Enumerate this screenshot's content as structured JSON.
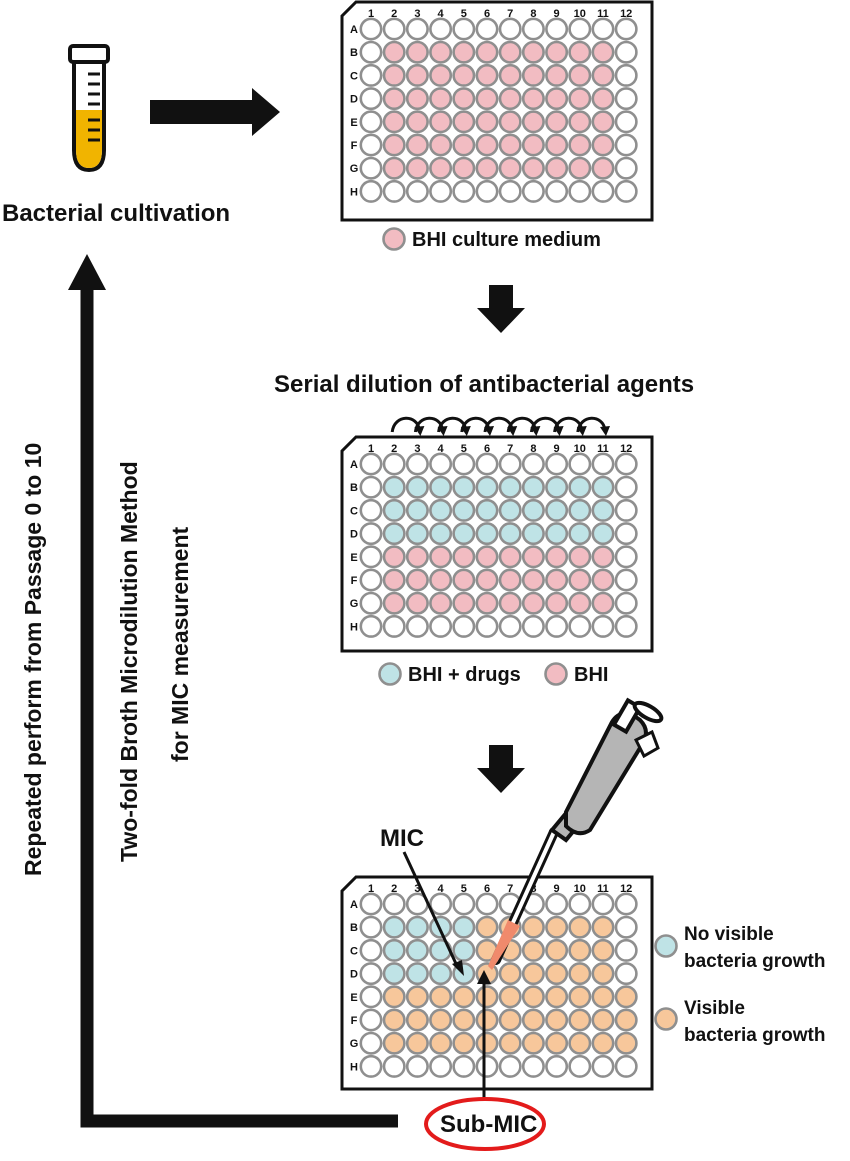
{
  "palette": {
    "empty": "#ffffff",
    "bhi": "#f2bcc2",
    "drug": "#bfe3e6",
    "growth": "#f7c79b",
    "well_stroke": "#8f8f8f",
    "plate_stroke": "#111111",
    "tube_fill": "#f1b400",
    "subMIC_ellipse": "#e31b1b",
    "pipette_body": "#b5b5b5",
    "tip_fill": "#f08a6c"
  },
  "labels": {
    "bacterial_cultivation": "Bacterial cultivation",
    "serial_dilution": "Serial dilution of antibacterial agents",
    "side_repeat": "Repeated perform from Passage 0 to 10",
    "side_method_1": "Two-fold Broth Microdilution Method",
    "side_method_2": "for MIC measurement",
    "mic": "MIC",
    "sub_mic": "Sub-MIC"
  },
  "plate_cols": [
    "1",
    "2",
    "3",
    "4",
    "5",
    "6",
    "7",
    "8",
    "9",
    "10",
    "11",
    "12"
  ],
  "plate_rows": [
    "A",
    "B",
    "C",
    "D",
    "E",
    "F",
    "G",
    "H"
  ],
  "plates": [
    {
      "id": "plate-medium",
      "wells": [
        "eeeeeeeeeeee",
        "ebbbbbbbbbbe",
        "ebbbbbbbbbbe",
        "ebbbbbbbbbbe",
        "ebbbbbbbbbbe",
        "ebbbbbbbbbbe",
        "ebbbbbbbbbbe",
        "eeeeeeeeeeee"
      ]
    },
    {
      "id": "plate-dilution",
      "wells": [
        "eeeeeeeeeeee",
        "eddddddddd de",
        "eddddddddd de",
        "eddddddddd de",
        "ebbbbbbbbbbe",
        "ebbbbbbbbbbe",
        "ebbbbbbbbbbe",
        "eeeeeeeeeeee"
      ]
    },
    {
      "id": "plate-result",
      "wells": [
        "eeeeeeeeeeee",
        "eddddggggg ge",
        "eddddggggg ge",
        "eddddggggg ge",
        "eggggggggggge",
        "eggggggggggge",
        "eggggggggggge",
        "eeeeeeeeeeee"
      ]
    }
  ],
  "legends": {
    "medium": [
      {
        "key": "bhi",
        "label": "BHI culture medium"
      }
    ],
    "dilution": [
      {
        "key": "drug",
        "label": "BHI +  drugs"
      },
      {
        "key": "bhi",
        "label": "BHI"
      }
    ],
    "result": [
      {
        "key": "drug",
        "lines": [
          "No visible",
          "bacteria growth"
        ]
      },
      {
        "key": "growth",
        "lines": [
          "Visible",
          "bacteria growth"
        ]
      }
    ]
  }
}
